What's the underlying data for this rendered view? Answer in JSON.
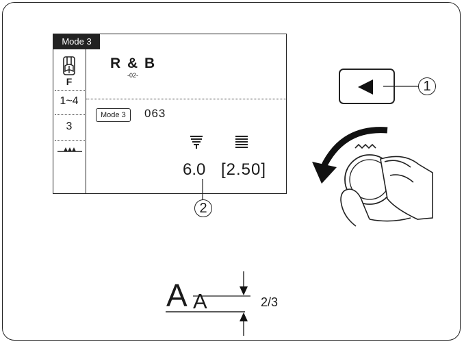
{
  "lcd": {
    "mode_tab": "Mode 3",
    "foot_letter": "F",
    "sidebar_values": [
      "1~4",
      "3"
    ],
    "pattern_title": "R & B",
    "pattern_subtitle": "-02-",
    "mode_box": "Mode 3",
    "mode_number": "063",
    "stitch_length": "6.0",
    "stitch_width": "[2.50]"
  },
  "callouts": {
    "button_ref": "1",
    "value_ref": "2"
  },
  "text_size": {
    "large_letter": "A",
    "small_letter": "A",
    "ratio": "2/3"
  },
  "icons": [
    "presser-foot-icon",
    "stitch-length-icon",
    "stitch-width-icon",
    "left-arrow-icon",
    "dial-knob-icon",
    "hand-icon",
    "rotate-arrow-icon",
    "zigzag-icon"
  ]
}
